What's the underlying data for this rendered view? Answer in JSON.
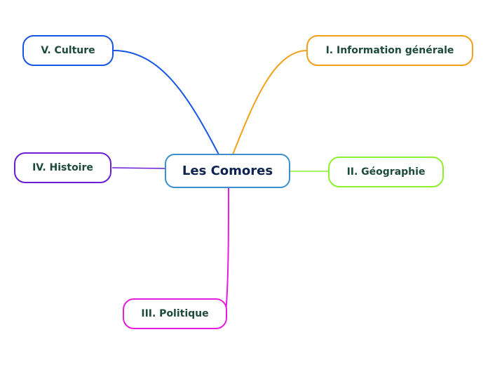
{
  "central": {
    "label": "Les Comores",
    "color": "#3a8fd0"
  },
  "branches": [
    {
      "id": "information",
      "label": "I. Information générale",
      "color": "#f3a11a"
    },
    {
      "id": "geographie",
      "label": "II. Géographie",
      "color": "#8ef02d"
    },
    {
      "id": "politique",
      "label": "III. Politique",
      "color": "#e81ce0"
    },
    {
      "id": "histoire",
      "label": "IV. Histoire",
      "color": "#6a1ed6"
    },
    {
      "id": "culture",
      "label": "V. Culture",
      "color": "#1655e5"
    }
  ]
}
